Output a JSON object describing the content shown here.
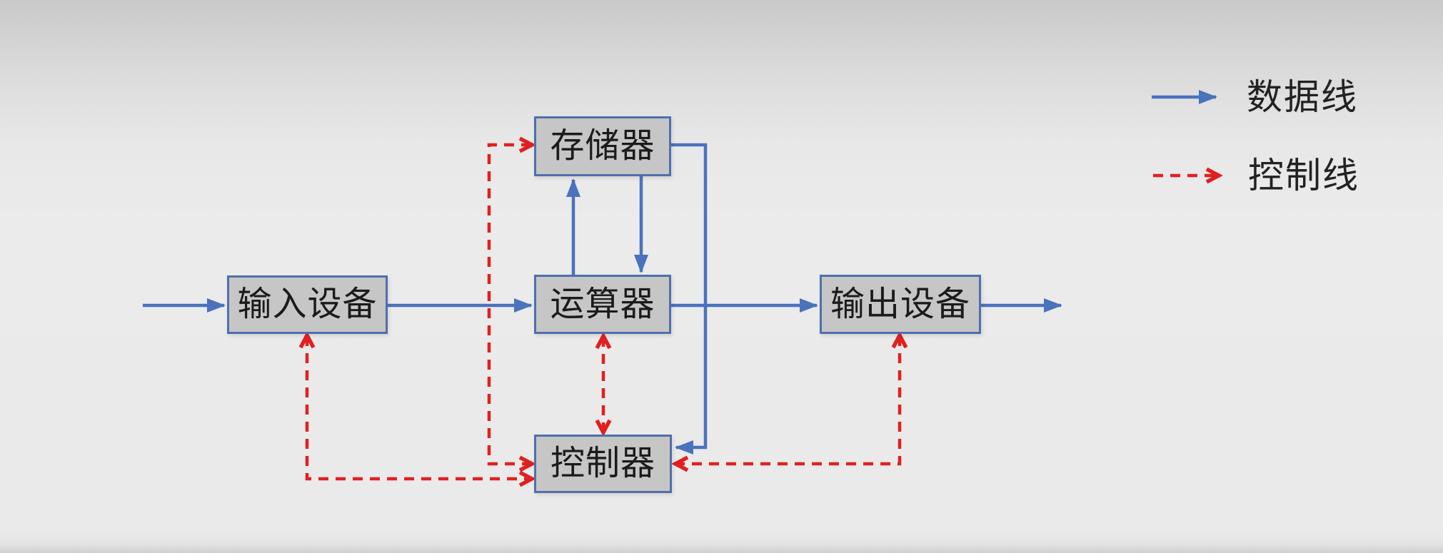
{
  "diagram": {
    "nodes": {
      "input": {
        "label": "输入设备"
      },
      "memory": {
        "label": "存储器"
      },
      "alu": {
        "label": "运算器"
      },
      "control": {
        "label": "控制器"
      },
      "output": {
        "label": "输出设备"
      }
    },
    "edges": [
      {
        "from": "external",
        "to": "input",
        "type": "data"
      },
      {
        "from": "input",
        "to": "alu",
        "type": "data"
      },
      {
        "from": "alu",
        "to": "output",
        "type": "data"
      },
      {
        "from": "output",
        "to": "external",
        "type": "data"
      },
      {
        "from": "alu",
        "to": "memory",
        "type": "data"
      },
      {
        "from": "memory",
        "to": "alu",
        "type": "data"
      },
      {
        "from": "memory",
        "to": "control",
        "type": "data"
      },
      {
        "from": "control",
        "to": "alu",
        "type": "control",
        "bidirectional": true
      },
      {
        "from": "control",
        "to": "memory",
        "type": "control"
      },
      {
        "from": "control",
        "to": "input",
        "type": "control"
      },
      {
        "from": "control",
        "to": "output",
        "type": "control"
      }
    ]
  },
  "legend": {
    "data_line": {
      "label": "数据线",
      "style": "solid",
      "color": "#4a72bd"
    },
    "control_line": {
      "label": "控制线",
      "style": "dashed",
      "color": "#e02020"
    }
  },
  "colors": {
    "data_line": "#4a72bd",
    "control_line": "#e02020",
    "box_fill": "#c6c6c6",
    "box_border": "#4f6fae",
    "box_text": "#1b1b1b",
    "legend_text": "#222222"
  }
}
